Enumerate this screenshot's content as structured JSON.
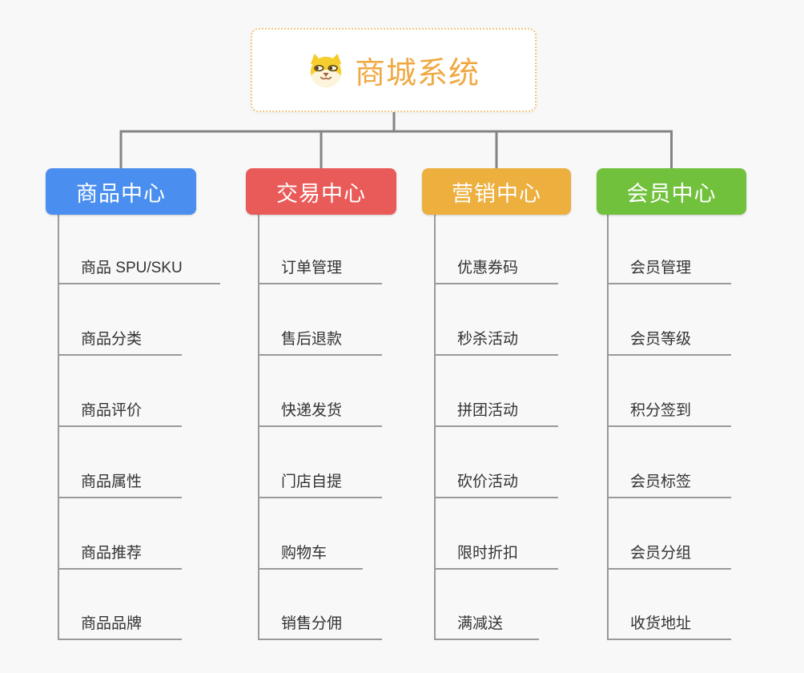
{
  "canvas": {
    "background": "#f8f8f8"
  },
  "root_node": {
    "title": "商城系统",
    "icon": "dog-face-icon",
    "accent_color": "#EFA943",
    "border_color": "#F1C683"
  },
  "connector": {
    "tree_color": "#848484",
    "leaf_line_color": "#9a9a9a"
  },
  "branches": [
    {
      "label": "商品中心",
      "color": "#4A8FEF",
      "items": [
        "商品 SPU/SKU",
        "商品分类",
        "商品评价",
        "商品属性",
        "商品推荐",
        "商品品牌"
      ]
    },
    {
      "label": "交易中心",
      "color": "#E95B58",
      "items": [
        "订单管理",
        "售后退款",
        "快递发货",
        "门店自提",
        "购物车",
        "销售分佣"
      ]
    },
    {
      "label": "营销中心",
      "color": "#EDAF3D",
      "items": [
        "优惠券码",
        "秒杀活动",
        "拼团活动",
        "砍价活动",
        "限时折扣",
        "满减送"
      ]
    },
    {
      "label": "会员中心",
      "color": "#71C13D",
      "items": [
        "会员管理",
        "会员等级",
        "积分签到",
        "会员标签",
        "会员分组",
        "收货地址"
      ]
    }
  ]
}
